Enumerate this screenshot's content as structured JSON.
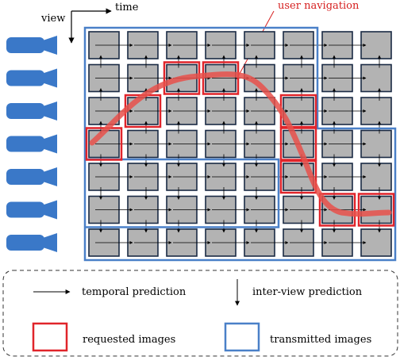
{
  "axes": {
    "view_label": "view",
    "time_label": "time"
  },
  "annotation": {
    "user_navigation_label": "user navigation"
  },
  "legend": {
    "temporal_prediction": "temporal prediction",
    "interview_prediction": "inter-view prediction",
    "requested_images": "requested images",
    "transmitted_images": "transmitted images"
  },
  "grid": {
    "views": 7,
    "time_instants": 8,
    "requested_cells": [
      {
        "view": 4,
        "time": 1
      },
      {
        "view": 3,
        "time": 2
      },
      {
        "view": 2,
        "time": 3
      },
      {
        "view": 2,
        "time": 4
      },
      {
        "view": 3,
        "time": 6
      },
      {
        "view": 4,
        "time": 6
      },
      {
        "view": 5,
        "time": 6
      },
      {
        "view": 6,
        "time": 7
      },
      {
        "view": 6,
        "time": 8
      }
    ]
  },
  "colors": {
    "cell_fill": "#b3b3b3",
    "cell_border": "#1a2a44",
    "requested": "#e0242a",
    "transmitted": "#4a80c8",
    "navigation_path": "#e8504a",
    "camera": "#3a78c8"
  },
  "icons": {
    "camera": "video-camera-icon"
  }
}
